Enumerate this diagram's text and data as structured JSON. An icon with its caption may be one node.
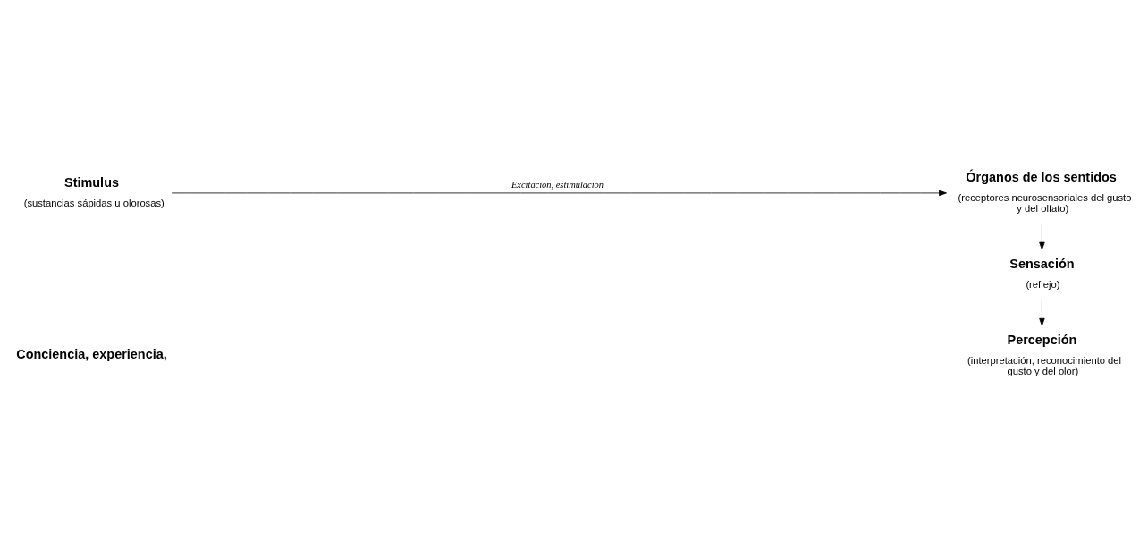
{
  "diagram": {
    "nodes": [
      {
        "text": [
          "Stimulus",
          "(sustancias sápidas u olorosas)"
        ]
      },
      {
        "text": [
          "Órganos de los sentidos",
          "(receptores neurosensoriales del gusto y del olfato)"
        ]
      },
      {
        "text": [
          "Sensación",
          "(reflejo)"
        ]
      },
      {
        "text": [
          "Percepción",
          "(interpretación, reconocimiento del gusto y del olor)"
        ]
      }
    ],
    "edges": [
      {
        "from": 0,
        "to": 1,
        "arrow": "to",
        "label": "Excitación, estimulación"
      },
      {
        "from": 1,
        "to": 2,
        "arrow": "to"
      },
      {
        "from": 2,
        "to": 3,
        "arrow": "to"
      }
    ],
    "labels": [
      "Conciencia, experiencia,"
    ]
  }
}
